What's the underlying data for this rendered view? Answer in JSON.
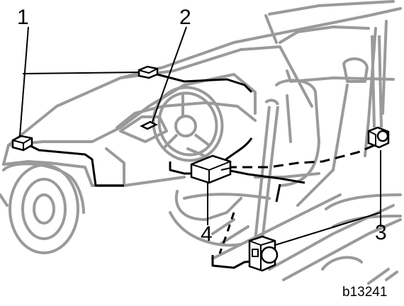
{
  "callouts": {
    "c1": "1",
    "c2": "2",
    "c3": "3",
    "c4": "4"
  },
  "image_code": "b13241",
  "colors": {
    "outline": "#9a9a9a",
    "wire": "#000000",
    "component": "#ffffff"
  }
}
